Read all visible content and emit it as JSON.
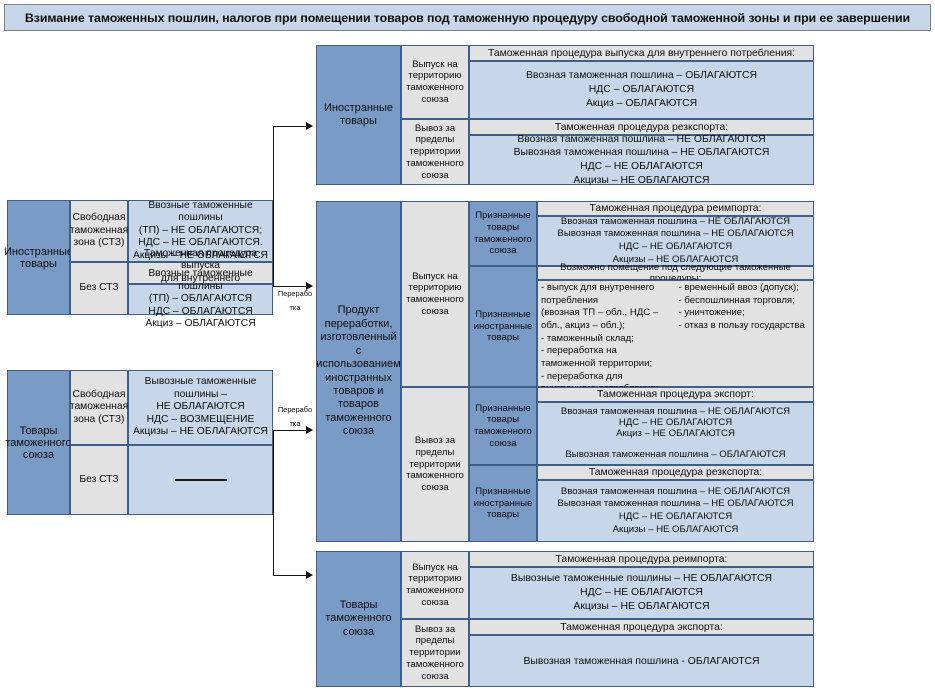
{
  "title": "Взимание таможенных пошлин, налогов при помещении товаров под таможенную процедуру свободной таможенной зоны и при ее завершении",
  "arrow_labels": {
    "processing_1_line1": "Перерабо",
    "processing_1_line2": "тка",
    "processing_2_line1": "Перерабо",
    "processing_2_line2": "тка"
  },
  "colors": {
    "blue": "#7a9bc6",
    "light_blue": "#c7d7e9",
    "grey": "#e2e2e2",
    "border": "#3f5f8a",
    "title_border": "#7f7f7f"
  },
  "left": {
    "group1": {
      "label": "Иностранные товары",
      "rows": [
        {
          "mode": "Свободная таможенная зона (СТЗ)",
          "header": "",
          "lines": [
            "Ввозные таможенные пошлины",
            "(ТП) – НЕ ОБЛАГАЮТСЯ;",
            "НДС – НЕ ОБЛАГАЮТСЯ.",
            "Акцизы – НЕ ОБЛАГАЮТСЯ"
          ]
        },
        {
          "mode": "Без СТЗ",
          "header_lines": [
            "Таможенная процедура выпуска",
            "для внутреннего потребления:"
          ],
          "lines": [
            "Ввозные таможенные пошлины",
            "(ТП) – ОБЛАГАЮТСЯ",
            "НДС – ОБЛАГАЮТСЯ",
            "Акциз – ОБЛАГАЮТСЯ"
          ]
        }
      ]
    },
    "group2": {
      "label": "Товары таможенного союза",
      "rows": [
        {
          "mode": "Свободная таможенная зона (СТЗ)",
          "lines": [
            "Вывозные таможенные пошлины –",
            "НЕ ОБЛАГАЮТСЯ",
            "НДС – ВОЗМЕЩЕНИЕ",
            "Акцизы – НЕ ОБЛАГАЮТСЯ"
          ]
        },
        {
          "mode": "Без СТЗ",
          "lines": [
            "—"
          ]
        }
      ]
    }
  },
  "right": {
    "block1": {
      "label": "Иностранные товары",
      "rows": [
        {
          "direction": "Выпуск на территорию таможенного союза",
          "header": "Таможенная процедура выпуска для внутреннего потребления:",
          "lines": [
            "Ввозная таможенная пошлина  – ОБЛАГАЮТСЯ",
            "НДС  – ОБЛАГАЮТСЯ",
            "Акциз  – ОБЛАГАЮТСЯ"
          ]
        },
        {
          "direction": "Вывоз за пределы территории таможенного союза",
          "header": "Таможенная процедура резкспорта:",
          "lines": [
            "Ввозная таможенная пошлина – НЕ ОБЛАГАЮТСЯ",
            "Вывозная таможенная пошлина  – НЕ ОБЛАГАЮТСЯ",
            "НДС – НЕ ОБЛАГАЮТСЯ",
            "Акцизы – НЕ ОБЛАГАЮТСЯ"
          ]
        }
      ]
    },
    "block2": {
      "label": "Продукт переработки, изготовленный с использованием иностранных товаров и товаров таможенного союза",
      "directions": [
        "Выпуск на территорию таможенного союза",
        "Вывоз за пределы территории таможенного союза"
      ],
      "rows": [
        {
          "status": "Признанные товары таможенного союза",
          "header": "Таможенная процедура реимпорта:",
          "lines": [
            "Ввозная таможенная пошлина – НЕ ОБЛАГАЮТСЯ",
            "Вывозная таможенная пошлина  – НЕ ОБЛАГАЮТСЯ",
            "НДС – НЕ ОБЛАГАЮТСЯ",
            "Акцизы – НЕ ОБЛАГАЮТСЯ"
          ]
        },
        {
          "status": "Признанные иностранные товары",
          "header": "Возможно помещение под следующие таможенные процедуры:",
          "col_left": [
            "- выпуск для внутреннего",
            "потребления",
            "(ввозная ТП – обл., НДС –",
            "обл., акциз – обл.);",
            "- таможенный склад;",
            "- переработка на",
            "таможенной территории;",
            "- переработка для",
            "внутреннего потребления;"
          ],
          "col_right": [
            "- временный ввоз (допуск);",
            "- беспошлинная торговля;",
            "- уничтожение;",
            "- отказ в пользу государства"
          ]
        },
        {
          "status": "Признанные товары таможенного союза",
          "header": "Таможенная процедура экспорт:",
          "lines": [
            "Ввозная таможенная пошлина – НЕ ОБЛАГАЮТСЯ",
            "НДС – НЕ ОБЛАГАЮТСЯ",
            "Акциз – НЕ ОБЛАГАЮТСЯ"
          ],
          "lines2": [
            "Вывозная таможенная пошлина – ОБЛАГАЮТСЯ"
          ]
        },
        {
          "status": "Признанные иностранные товары",
          "header": "Таможенная процедура резкспорта:",
          "lines": [
            "Ввозная таможенная пошлина – НЕ ОБЛАГАЮТСЯ",
            "Вывозная таможенная пошлина  – НЕ ОБЛАГАЮТСЯ",
            "НДС – НЕ ОБЛАГАЮТСЯ",
            "Акцизы – НЕ ОБЛАГАЮТСЯ"
          ]
        }
      ]
    },
    "block3": {
      "label": "Товары таможенного союза",
      "rows": [
        {
          "direction": "Выпуск на территорию таможенного союза",
          "header": "Таможенная процедура реимпорта:",
          "lines": [
            "Вывозные таможенные пошлины – НЕ ОБЛАГАЮТСЯ",
            "НДС – НЕ ОБЛАГАЮТСЯ",
            "Акцизы – НЕ ОБЛАГАЮТСЯ"
          ]
        },
        {
          "direction": "Вывоз за пределы территории таможенного союза",
          "header": "Таможенная процедура экспорта:",
          "lines": [
            "Вывозная таможенная пошлина - ОБЛАГАЮТСЯ"
          ]
        }
      ]
    }
  }
}
